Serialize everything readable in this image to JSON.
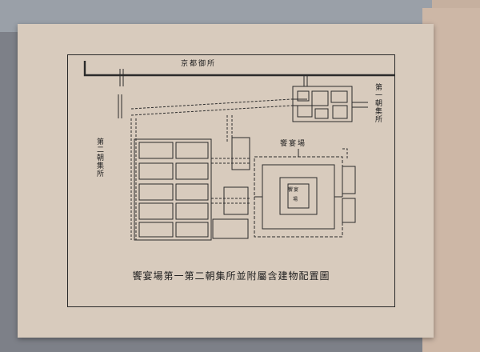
{
  "document": {
    "top_label": "京都御所",
    "right_label": "第一朝集所",
    "left_label": "第二朝集所",
    "center_label": "饗宴場",
    "inner_label_a": "饗宴",
    "inner_label_b": "場",
    "caption": "饗宴場第一第二朝集所並附屬含建物配置圖"
  }
}
